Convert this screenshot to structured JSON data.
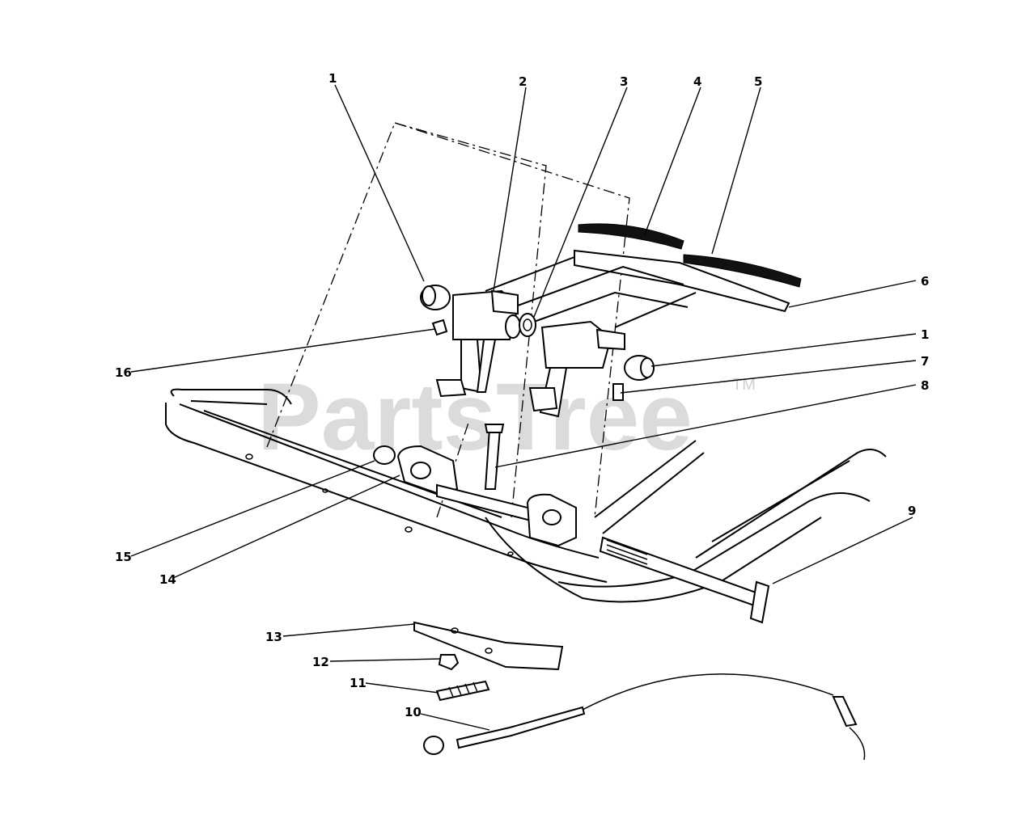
{
  "watermark": {
    "text": "PartsTree",
    "trademark": "TM"
  },
  "callouts": [
    {
      "id": "c1a",
      "label": "1"
    },
    {
      "id": "c2",
      "label": "2"
    },
    {
      "id": "c3",
      "label": "3"
    },
    {
      "id": "c4",
      "label": "4"
    },
    {
      "id": "c5",
      "label": "5"
    },
    {
      "id": "c6",
      "label": "6"
    },
    {
      "id": "c1b",
      "label": "1"
    },
    {
      "id": "c7",
      "label": "7"
    },
    {
      "id": "c8",
      "label": "8"
    },
    {
      "id": "c9",
      "label": "9"
    },
    {
      "id": "c16",
      "label": "16"
    },
    {
      "id": "c15",
      "label": "15"
    },
    {
      "id": "c14",
      "label": "14"
    },
    {
      "id": "c13",
      "label": "13"
    },
    {
      "id": "c12",
      "label": "12"
    },
    {
      "id": "c11",
      "label": "11"
    },
    {
      "id": "c10",
      "label": "10"
    }
  ]
}
